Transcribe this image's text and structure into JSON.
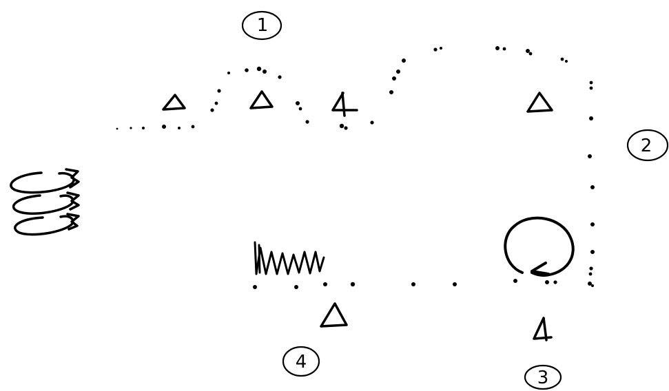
{
  "diagram": {
    "labels": [
      {
        "id": "1",
        "text": "1"
      },
      {
        "id": "2",
        "text": "2"
      },
      {
        "id": "3",
        "text": "3"
      },
      {
        "id": "4",
        "text": "4"
      }
    ],
    "ink_color": "#000000",
    "background_color": "#ffffff",
    "symbols": [
      "triangle-marker",
      "loop-symbol",
      "coil-symbol",
      "zigzag-symbol",
      "dotted-path"
    ]
  }
}
